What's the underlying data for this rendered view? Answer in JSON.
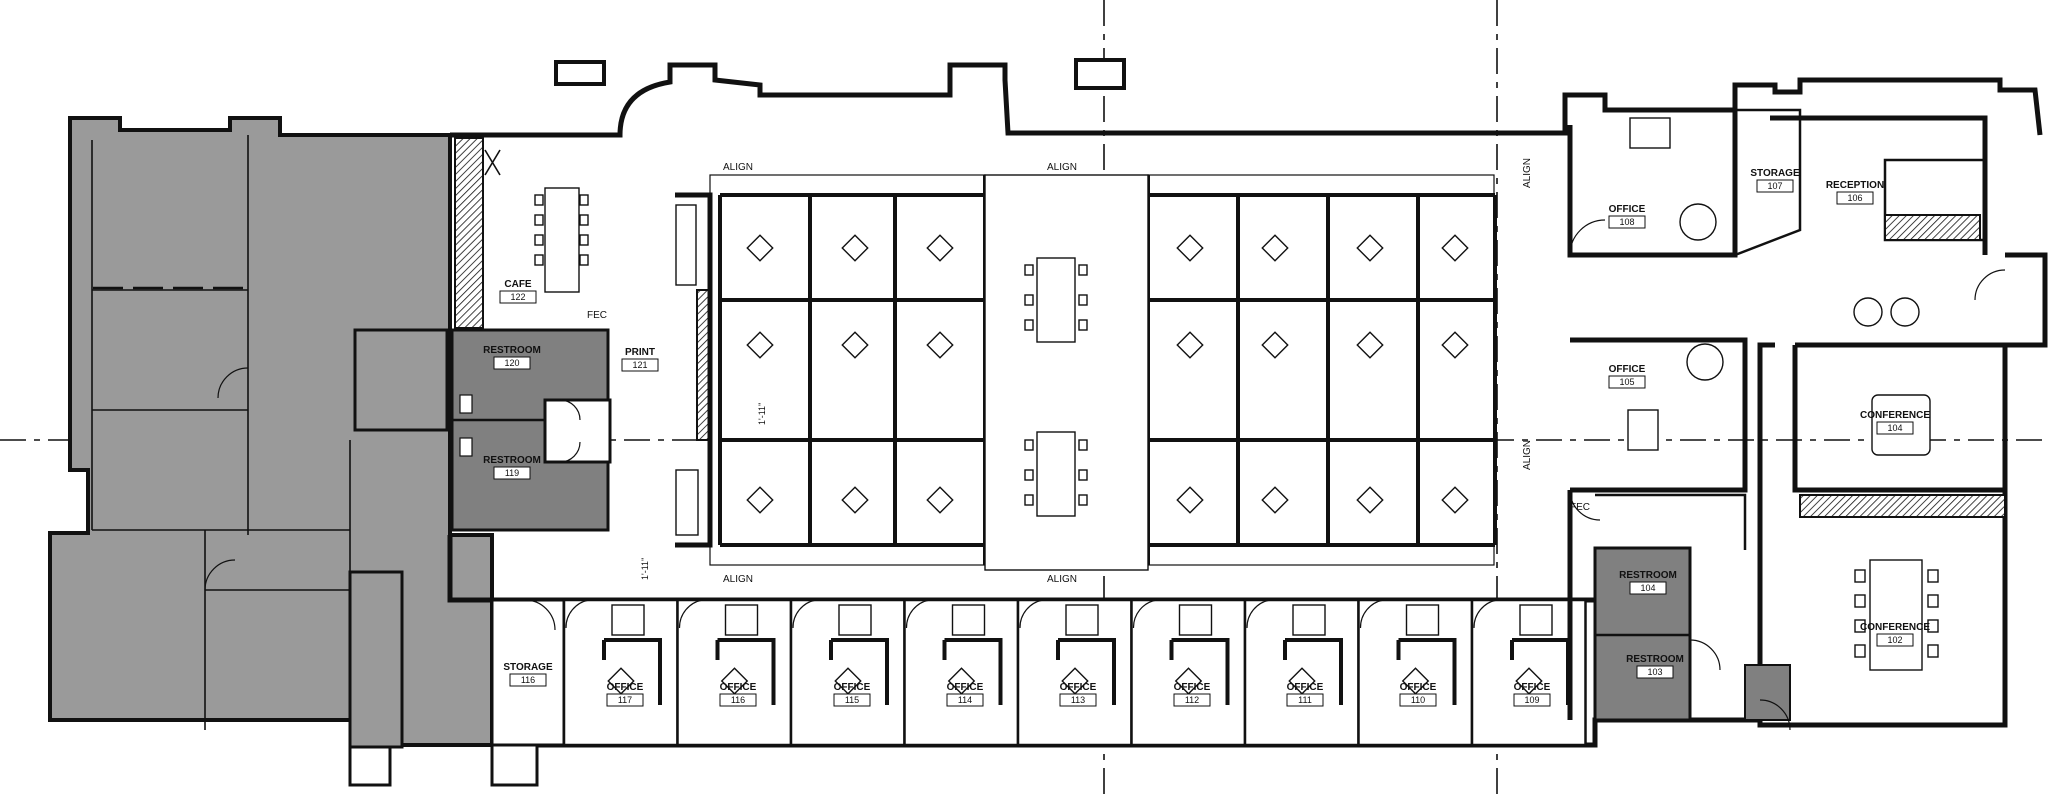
{
  "plan": {
    "align_labels": [
      "ALIGN",
      "ALIGN",
      "ALIGN",
      "ALIGN",
      "ALIGN",
      "ALIGN"
    ],
    "fec_labels": [
      "FEC",
      "FEC"
    ],
    "dimension_labels": [
      "1'-11\"",
      "1'-11\""
    ],
    "rooms": [
      {
        "name": "CAFE",
        "number": "122"
      },
      {
        "name": "RESTROOM",
        "number": "120"
      },
      {
        "name": "RESTROOM",
        "number": "119"
      },
      {
        "name": "PRINT",
        "number": "121"
      },
      {
        "name": "STORAGE",
        "number": "116"
      },
      {
        "name": "OFFICE",
        "number": "117"
      },
      {
        "name": "OFFICE",
        "number": "116"
      },
      {
        "name": "OFFICE",
        "number": "115"
      },
      {
        "name": "OFFICE",
        "number": "114"
      },
      {
        "name": "OFFICE",
        "number": "113"
      },
      {
        "name": "OFFICE",
        "number": "112"
      },
      {
        "name": "OFFICE",
        "number": "111"
      },
      {
        "name": "OFFICE",
        "number": "110"
      },
      {
        "name": "OFFICE",
        "number": "109"
      },
      {
        "name": "OFFICE",
        "number": "108"
      },
      {
        "name": "OFFICE",
        "number": "105"
      },
      {
        "name": "STORAGE",
        "number": "107"
      },
      {
        "name": "RECEPTION",
        "number": "106"
      },
      {
        "name": "CONFERENCE",
        "number": "104"
      },
      {
        "name": "CONFERENCE",
        "number": "102"
      },
      {
        "name": "RESTROOM",
        "number": "104"
      },
      {
        "name": "RESTROOM",
        "number": "103"
      }
    ]
  }
}
